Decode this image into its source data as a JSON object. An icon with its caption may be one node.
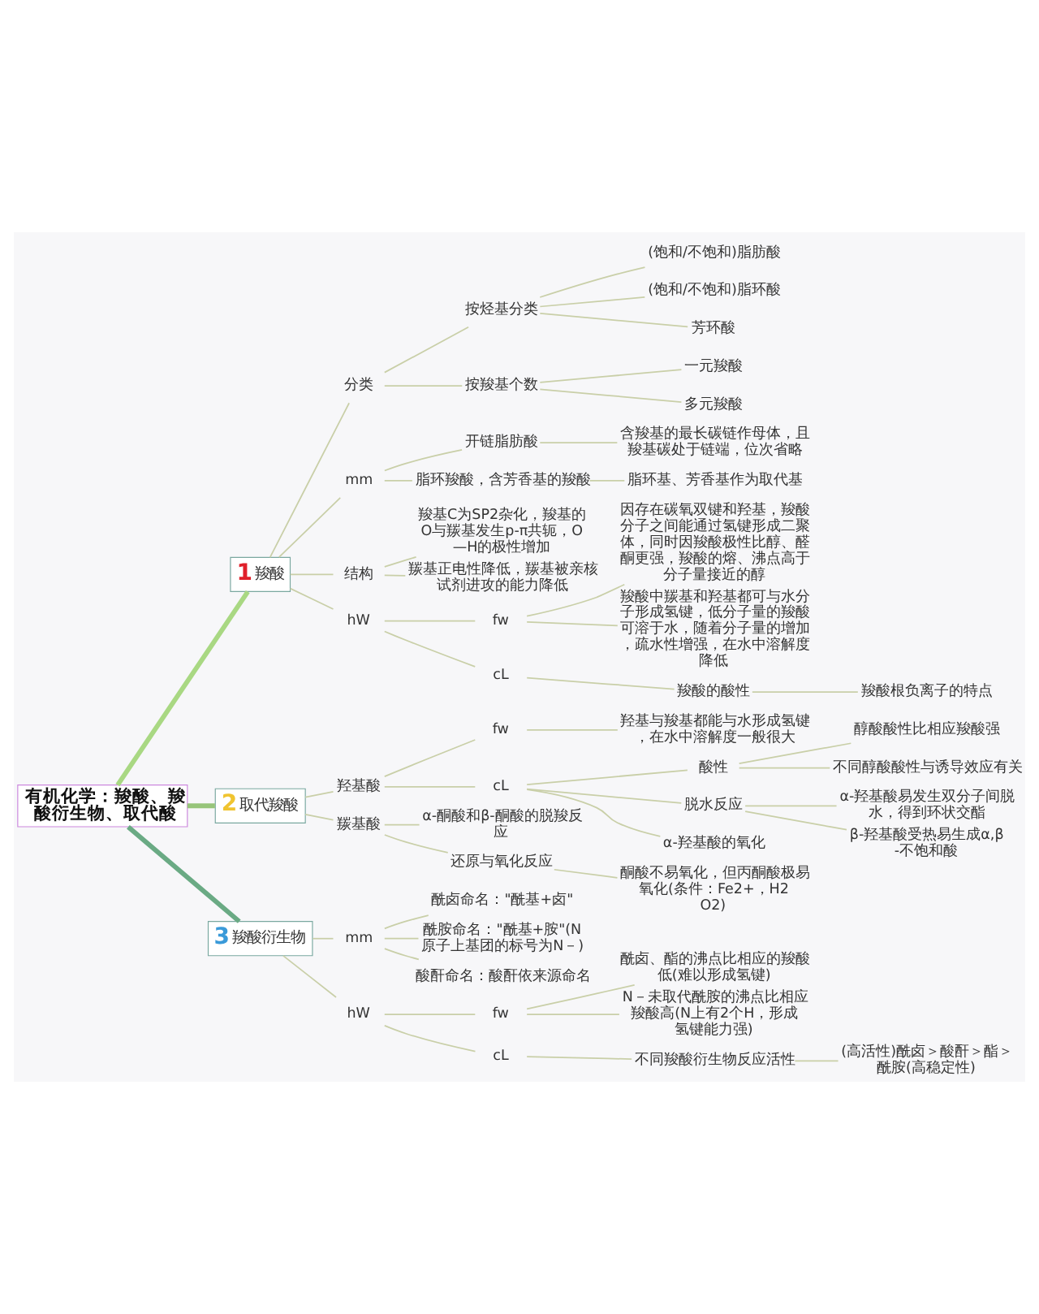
{
  "diagram": {
    "nodes": [
      {
        "text": [
          "有机化学：羧酸、羧酸衍生物、取代酸"
        ]
      },
      {
        "text": [
          "1",
          "羧酸"
        ]
      },
      {
        "text": [
          "分类"
        ]
      },
      {
        "text": [
          "按烃基分类"
        ]
      },
      {
        "text": [
          "(饱和/不饱和)脂肪酸"
        ]
      },
      {
        "text": [
          "(饱和/不饱和)脂环酸"
        ]
      },
      {
        "text": [
          "芳环酸"
        ]
      },
      {
        "text": [
          "按羧基个数"
        ]
      },
      {
        "text": [
          "一元羧酸"
        ]
      },
      {
        "text": [
          "多元羧酸"
        ]
      },
      {
        "text": [
          "mm"
        ]
      },
      {
        "text": [
          "开链脂肪酸"
        ]
      },
      {
        "text": [
          "含羧基的最长碳链作母体，且羧基碳处于链端，位次省略"
        ]
      },
      {
        "text": [
          "脂环羧酸，含芳香基的羧酸"
        ]
      },
      {
        "text": [
          "脂环基、芳香基作为取代基"
        ]
      },
      {
        "text": [
          "结构"
        ]
      },
      {
        "text": [
          "羧基C为SP2杂化，羧基的O与羰基发生p-π共轭，O—H的极性增加"
        ]
      },
      {
        "text": [
          "羰基正电性降低，羰基被亲核试剂进攻的能力降低"
        ]
      },
      {
        "text": [
          "hW"
        ]
      },
      {
        "text": [
          "fw"
        ]
      },
      {
        "text": [
          "因存在碳氧双键和羟基，羧酸分子之间能通过氢键形成二聚体，同时因羧酸极性比醇、醛酮更强，羧酸的熔、沸点高于分子量接近的醇"
        ]
      },
      {
        "text": [
          "羧酸中羰基和羟基都可与水分子形成氢键，低分子量的羧酸可溶于水，随着分子量的增加，疏水性增强，在水中溶解度降低"
        ]
      },
      {
        "text": [
          "cL"
        ]
      },
      {
        "text": [
          "羧酸的酸性"
        ]
      },
      {
        "text": [
          "羧酸根负离子的特点"
        ]
      },
      {
        "text": [
          "2",
          "取代羧酸"
        ]
      },
      {
        "text": [
          "羟基酸"
        ]
      },
      {
        "text": [
          "fw"
        ]
      },
      {
        "text": [
          "羟基与羧基都能与水形成氢键，在水中溶解度一般很大"
        ]
      },
      {
        "text": [
          "cL"
        ]
      },
      {
        "text": [
          "酸性"
        ]
      },
      {
        "text": [
          "醇酸酸性比相应羧酸强"
        ]
      },
      {
        "text": [
          "不同醇酸酸性与诱导效应有关"
        ]
      },
      {
        "text": [
          "脱水反应"
        ]
      },
      {
        "text": [
          "α-羟基酸易发生双分子间脱水，得到环状交酯"
        ]
      },
      {
        "text": [
          "β-羟基酸受热易生成α,β-不饱和酸"
        ]
      },
      {
        "text": [
          "α-羟基酸的氧化"
        ]
      },
      {
        "text": [
          "羰基酸"
        ]
      },
      {
        "text": [
          "α-酮酸和β-酮酸的脱羧反应"
        ]
      },
      {
        "text": [
          "还原与氧化反应"
        ]
      },
      {
        "text": [
          "酮酸不易氧化，但丙酮酸极易氧化(条件：Fe2+，H2O2)"
        ]
      },
      {
        "text": [
          "3",
          "羧酸衍生物"
        ]
      },
      {
        "text": [
          "mm"
        ]
      },
      {
        "text": [
          "酰卤命名：\"酰基+卤\""
        ]
      },
      {
        "text": [
          "酰胺命名：\"酰基+胺\"(N原子上基团的标号为N－)"
        ]
      },
      {
        "text": [
          "酸酐命名：酸酐依来源命名"
        ]
      },
      {
        "text": [
          "hW"
        ]
      },
      {
        "text": [
          "fw"
        ]
      },
      {
        "text": [
          "酰卤、酯的沸点比相应的羧酸低(难以形成氢键)"
        ]
      },
      {
        "text": [
          "N－未取代酰胺的沸点比相应羧酸高(N上有2个H，形成氢键能力强)"
        ]
      },
      {
        "text": [
          "cL"
        ]
      },
      {
        "text": [
          "不同羧酸衍生物反应活性"
        ]
      },
      {
        "text": [
          "(高活性)酰卤＞酸酐＞酯＞酰胺(高稳定性)"
        ]
      }
    ],
    "edges": [
      {
        "from": 0,
        "to": 1,
        "arrow": "none",
        "style": "thick",
        "color": "#a9d883"
      },
      {
        "from": 1,
        "to": 2,
        "arrow": "none"
      },
      {
        "from": 2,
        "to": 3,
        "arrow": "none"
      },
      {
        "from": 3,
        "to": 4,
        "arrow": "none"
      },
      {
        "from": 3,
        "to": 5,
        "arrow": "none"
      },
      {
        "from": 3,
        "to": 6,
        "arrow": "none"
      },
      {
        "from": 2,
        "to": 7,
        "arrow": "none"
      },
      {
        "from": 7,
        "to": 8,
        "arrow": "none"
      },
      {
        "from": 7,
        "to": 9,
        "arrow": "none"
      },
      {
        "from": 1,
        "to": 10,
        "arrow": "none"
      },
      {
        "from": 10,
        "to": 11,
        "arrow": "none"
      },
      {
        "from": 11,
        "to": 12,
        "arrow": "none"
      },
      {
        "from": 10,
        "to": 13,
        "arrow": "none"
      },
      {
        "from": 13,
        "to": 14,
        "arrow": "none"
      },
      {
        "from": 1,
        "to": 15,
        "arrow": "none"
      },
      {
        "from": 15,
        "to": 16,
        "arrow": "none"
      },
      {
        "from": 15,
        "to": 17,
        "arrow": "none"
      },
      {
        "from": 1,
        "to": 18,
        "arrow": "none"
      },
      {
        "from": 18,
        "to": 19,
        "arrow": "none"
      },
      {
        "from": 19,
        "to": 20,
        "arrow": "none"
      },
      {
        "from": 19,
        "to": 21,
        "arrow": "none"
      },
      {
        "from": 18,
        "to": 22,
        "arrow": "none"
      },
      {
        "from": 22,
        "to": 23,
        "arrow": "none"
      },
      {
        "from": 23,
        "to": 24,
        "arrow": "none"
      },
      {
        "from": 0,
        "to": 25,
        "arrow": "none",
        "style": "thick",
        "color": "#97c57a"
      },
      {
        "from": 25,
        "to": 26,
        "arrow": "none"
      },
      {
        "from": 26,
        "to": 27,
        "arrow": "none"
      },
      {
        "from": 27,
        "to": 28,
        "arrow": "none"
      },
      {
        "from": 26,
        "to": 29,
        "arrow": "none"
      },
      {
        "from": 29,
        "to": 30,
        "arrow": "none"
      },
      {
        "from": 30,
        "to": 31,
        "arrow": "none"
      },
      {
        "from": 30,
        "to": 32,
        "arrow": "none"
      },
      {
        "from": 29,
        "to": 33,
        "arrow": "none"
      },
      {
        "from": 33,
        "to": 34,
        "arrow": "none"
      },
      {
        "from": 33,
        "to": 35,
        "arrow": "none"
      },
      {
        "from": 29,
        "to": 36,
        "arrow": "none"
      },
      {
        "from": 25,
        "to": 37,
        "arrow": "none"
      },
      {
        "from": 37,
        "to": 38,
        "arrow": "none"
      },
      {
        "from": 37,
        "to": 39,
        "arrow": "none"
      },
      {
        "from": 39,
        "to": 40,
        "arrow": "none"
      },
      {
        "from": 0,
        "to": 41,
        "arrow": "none",
        "style": "thick",
        "color": "#6aaa84"
      },
      {
        "from": 41,
        "to": 42,
        "arrow": "none"
      },
      {
        "from": 42,
        "to": 43,
        "arrow": "none"
      },
      {
        "from": 42,
        "to": 44,
        "arrow": "none"
      },
      {
        "from": 42,
        "to": 45,
        "arrow": "none"
      },
      {
        "from": 41,
        "to": 46,
        "arrow": "none"
      },
      {
        "from": 46,
        "to": 47,
        "arrow": "none"
      },
      {
        "from": 47,
        "to": 48,
        "arrow": "none"
      },
      {
        "from": 47,
        "to": 49,
        "arrow": "none"
      },
      {
        "from": 46,
        "to": 50,
        "arrow": "none"
      },
      {
        "from": 50,
        "to": 51,
        "arrow": "none"
      },
      {
        "from": 51,
        "to": 52,
        "arrow": "none"
      }
    ]
  }
}
